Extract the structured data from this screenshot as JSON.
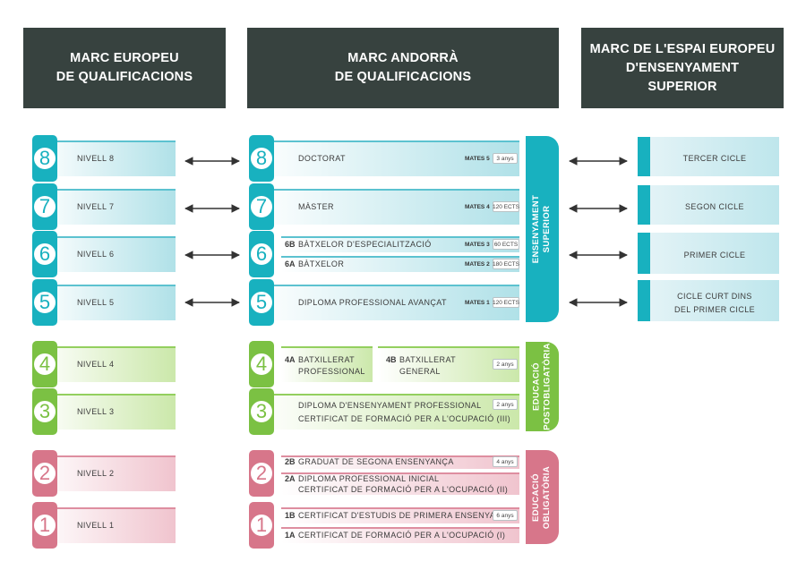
{
  "headers": {
    "left": "MARC EUROPEU\nDE QUALIFICACIONS",
    "middle": "MARC ANDORRÀ\nDE QUALIFICACIONS",
    "right": "MARC DE L'ESPAI EUROPEU\nD'ENSENYAMENT\nSUPERIOR"
  },
  "eqf_levels": [
    {
      "number": "8",
      "label": "NIVELL 8"
    },
    {
      "number": "7",
      "label": "NIVELL 7"
    },
    {
      "number": "6",
      "label": "NIVELL 6"
    },
    {
      "number": "5",
      "label": "NIVELL 5"
    },
    {
      "number": "4",
      "label": "NIVELL 4"
    },
    {
      "number": "3",
      "label": "NIVELL 3"
    },
    {
      "number": "2",
      "label": "NIVELL 2"
    },
    {
      "number": "1",
      "label": "NIVELL 1"
    }
  ],
  "andorra": {
    "n8": {
      "number": "8",
      "label": "DOCTORAT",
      "mates": "MATES 5",
      "badge": "3 anys"
    },
    "n7": {
      "number": "7",
      "label": "MÀSTER",
      "mates": "MATES 4",
      "badge": "120 ECTS"
    },
    "n6": {
      "number": "6",
      "b": {
        "code": "6B",
        "label": "BÀTXELOR D'ESPECIALITZACIÓ",
        "mates": "MATES 3",
        "badge": "60 ECTS"
      },
      "a": {
        "code": "6A",
        "label": "BÀTXELOR",
        "mates": "MATES 2",
        "badge": "180 ECTS"
      }
    },
    "n5": {
      "number": "5",
      "label": "DIPLOMA PROFESSIONAL AVANÇAT",
      "mates": "MATES 1",
      "badge": "120 ECTS"
    },
    "n4": {
      "number": "4",
      "a": {
        "code": "4A",
        "label": "BATXILLERAT\nPROFESSIONAL"
      },
      "b": {
        "code": "4B",
        "label": "BATXILLERAT\nGENERAL"
      },
      "badge": "2 anys"
    },
    "n3": {
      "number": "3",
      "label": "DIPLOMA D'ENSENYAMENT PROFESSIONAL\nCERTIFICAT DE FORMACIÓ PER A L'OCUPACIÓ (III)",
      "badge": "2 anys"
    },
    "n2": {
      "number": "2",
      "b": {
        "code": "2B",
        "label": "GRADUAT DE SEGONA ENSENYANÇA",
        "badge": "4 anys"
      },
      "a": {
        "code": "2A",
        "label": "DIPLOMA PROFESSIONAL INICIAL\nCERTIFICAT DE FORMACIÓ PER A L'OCUPACIÓ (II)"
      }
    },
    "n1": {
      "number": "1",
      "b": {
        "code": "1B",
        "label": "CERTIFICAT D'ESTUDIS DE PRIMERA ENSENYANÇA",
        "badge": "6 anys"
      },
      "a": {
        "code": "1A",
        "label": "CERTIFICAT DE FORMACIÓ PER A L'OCUPACIÓ (I)"
      }
    }
  },
  "bands": {
    "superior": "ENSENYAMENT\nSUPERIOR",
    "postobligatoria": "EDUCACIÓ\nPOSTOBLIGATÒRIA",
    "obligatoria": "EDUCACIÓ\nOBLIGATÒRIA"
  },
  "ehea": [
    {
      "label": "TERCER CICLE"
    },
    {
      "label": "SEGON CICLE"
    },
    {
      "label": "PRIMER CICLE"
    },
    {
      "label": "CICLE CURT DINS\nDEL PRIMER CICLE"
    }
  ],
  "colors": {
    "header_bg": "#37423f",
    "superior": "#18b1bf",
    "postobligatoria": "#7bc143",
    "obligatoria": "#d7768a"
  }
}
